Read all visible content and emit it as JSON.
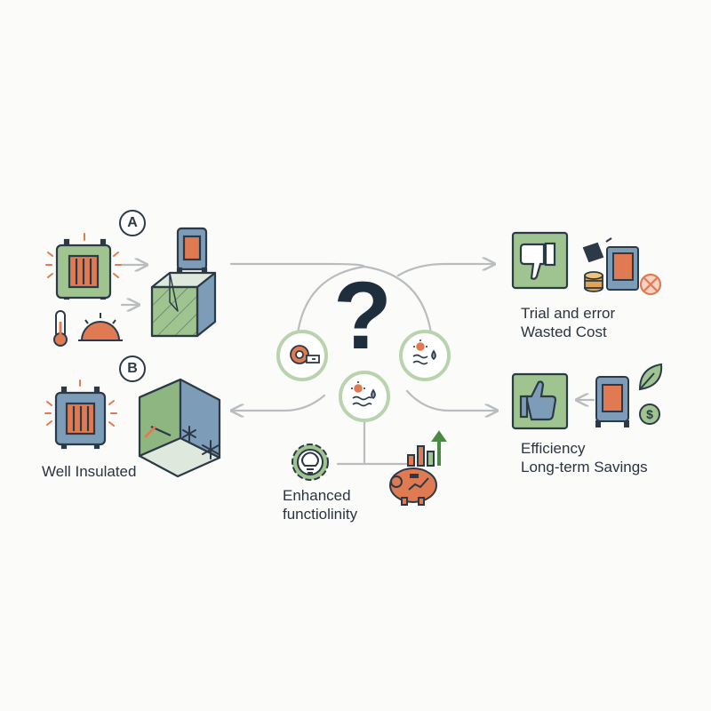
{
  "center": {
    "symbol": "?"
  },
  "scenario_a": {
    "badge": "A"
  },
  "scenario_b": {
    "badge": "B",
    "caption": "Well Insulated"
  },
  "outcome_bad": {
    "line1": "Trial and error",
    "line2": "Wasted Cost"
  },
  "outcome_good": {
    "line1": "Efficiency",
    "line2": "Long-term Savings"
  },
  "feature": {
    "line1": "Enhanced",
    "line2": "functiolinity"
  },
  "colors": {
    "green_fill": "#9fc48f",
    "orange": "#e07a52",
    "blue_fill": "#7d9cb8",
    "outline": "#2c3a47",
    "connector": "#b9bdbf"
  },
  "icons": [
    "heater-icon",
    "thermometer-icon",
    "sunrise-gauge-icon",
    "portable-heater-icon",
    "open-box-icon",
    "insulated-box-icon",
    "snowflake-icon",
    "tape-measure-icon",
    "weather-icon",
    "lightbulb-gear-icon",
    "piggy-bank-icon",
    "growth-chart-icon",
    "thumbs-down-icon",
    "coins-icon",
    "broken-device-icon",
    "cancel-icon",
    "thumbs-up-icon",
    "leaf-icon",
    "dollar-coin-icon"
  ]
}
